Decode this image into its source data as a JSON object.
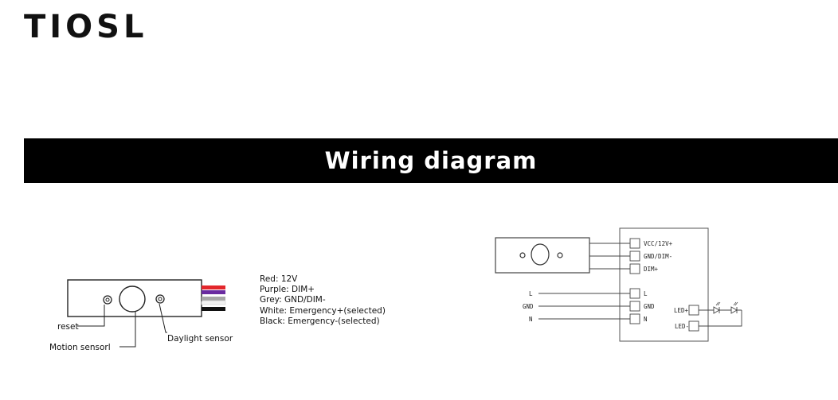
{
  "brand": {
    "name": "TIOSL"
  },
  "banner": {
    "title": "Wiring diagram"
  },
  "left_diagram": {
    "callouts": {
      "reset": "reset",
      "motion": "Motion sensorl",
      "daylight": "Daylight sensor"
    },
    "wires": [
      {
        "color": "#e3262b"
      },
      {
        "color": "#6a2ba0"
      },
      {
        "color": "#a7a7a7"
      },
      {
        "color": "#f2f2f2"
      },
      {
        "color": "#111111"
      }
    ]
  },
  "wire_legend": [
    "Red: 12V",
    "Purple: DIM+",
    "Grey: GND/DIM-",
    "White:  Emergency+(selected)",
    "Black:  Emergency-(selected)"
  ],
  "right_diagram": {
    "top_terminals": [
      "VCC/12V+",
      "GND/DIM-",
      "DIM+"
    ],
    "bottom_terminals": [
      "L",
      "GND",
      "N"
    ],
    "input_lines": [
      "L",
      "GND",
      "N"
    ],
    "led_terminals": [
      "LED+",
      "LED-"
    ]
  }
}
